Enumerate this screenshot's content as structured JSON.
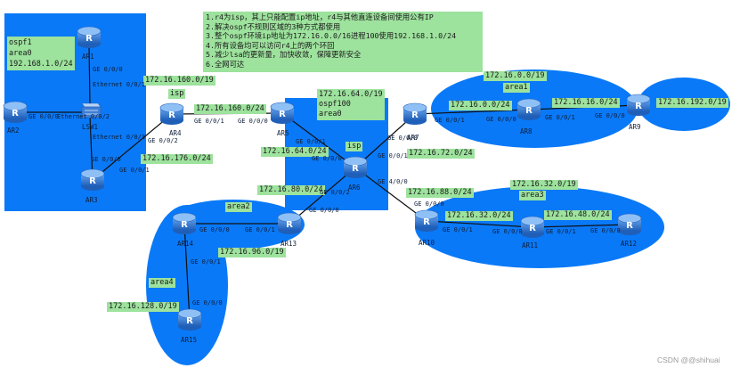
{
  "colors": {
    "area_blue": "#0a79f7",
    "label_green": "#9de29d",
    "link_black": "#101010",
    "router_body": "#3f7fd6"
  },
  "notes": {
    "lines": [
      "1.r4为isp，其上只能配置ip地址，r4与其他直连设备间使用公有IP",
      "2.解决ospf不规则区域的3种方式都使用",
      "3.整个ospf环境ip地址为172.16.0.0/16进程100使用192.168.1.0/24",
      "4.所有设备均可以访问r4上的两个环回",
      "5.减少lsa的更新量，加快收敛，保障更新安全",
      "6.全网可达"
    ]
  },
  "regions": {
    "ospf1": {
      "lines": [
        "ospf1",
        "area0",
        "192.168.1.0/24"
      ]
    },
    "ospf100": {
      "lines": [
        "172.16.64.0/19",
        "ospf100",
        "area0"
      ]
    },
    "isp_left": "isp",
    "isp_center": "isp",
    "area1": "area1",
    "area2": "area2",
    "area3": "area3",
    "area4": "area4"
  },
  "routers": [
    "AR1",
    "AR2",
    "LSW1",
    "AR3",
    "AR4",
    "AR5",
    "AR6",
    "AR7",
    "AR8",
    "AR9",
    "AR10",
    "AR11",
    "AR12",
    "AR13",
    "AR14",
    "AR15"
  ],
  "subnets": {
    "s160_19": "172.16.160.0/19",
    "s160_24": "172.16.160.0/24",
    "s176_24": "172.16.176.0/24",
    "s0_19": "172.16.0.0/19",
    "s0_24": "172.16.0.0/24",
    "s16_24": "172.16.16.0/24",
    "s192_19": "172.16.192.0/19",
    "s64_24": "172.16.64.0/24",
    "s72_24": "172.16.72.0/24",
    "s80_24": "172.16.80.0/24",
    "s88_24": "172.16.88.0/24",
    "s32_19": "172.16.32.0/19",
    "s32_24": "172.16.32.0/24",
    "s48_24": "172.16.48.0/24",
    "s96_19": "172.16.96.0/19",
    "s128_19": "172.16.128.0/19"
  },
  "ports": {
    "ar1_g000": "GE 0/0/0",
    "lsw_e001": "Ethernet 0/0/1",
    "ar2_g000": "GE 0/0/0",
    "lsw_e002": "Ethernet 0/0/2",
    "lsw1_name": "LSW1",
    "lsw_e003": "Ethernet 0/0/3",
    "ar3_g000": "GE 0/0/0",
    "ar3_g001": "GE 0/0/1",
    "ar4_g001": "GE 0/0/1",
    "ar4_g000": "GE 0/0/0",
    "ar5_g000": "GE 0/0/0",
    "ar4_g002": "GE 0/0/2",
    "ar5_g001": "GE 0/0/1",
    "ar6_g000a": "GE 0/0/0",
    "ar6_g001": "GE 0/0/1",
    "ar7_g000": "GE 0/0/0",
    "ar7_g001": "GE 0/0/1",
    "ar8_g000": "GE 0/0/0",
    "ar8_g001": "GE 0/0/1",
    "ar9_g000": "GE 0/0/0",
    "ar6_g002": "GE 0/0/2",
    "ar6_g004": "GE 4/0/0",
    "ar13_g000": "GE 0/0/0",
    "ar10_g000": "GE 0/0/0",
    "ar13_g001": "GE 0/0/1",
    "ar14_g000": "GE 0/0/0",
    "ar10_g001": "GE 0/0/1",
    "ar11_g000": "GE 0/0/0",
    "ar11_g001": "GE 0/0/1",
    "ar12_g000": "GE 0/0/0",
    "ar14_g001": "GE 0/0/1",
    "ar15_g000": "GE 0/0/0"
  },
  "watermark": "CSDN @@shihuai"
}
